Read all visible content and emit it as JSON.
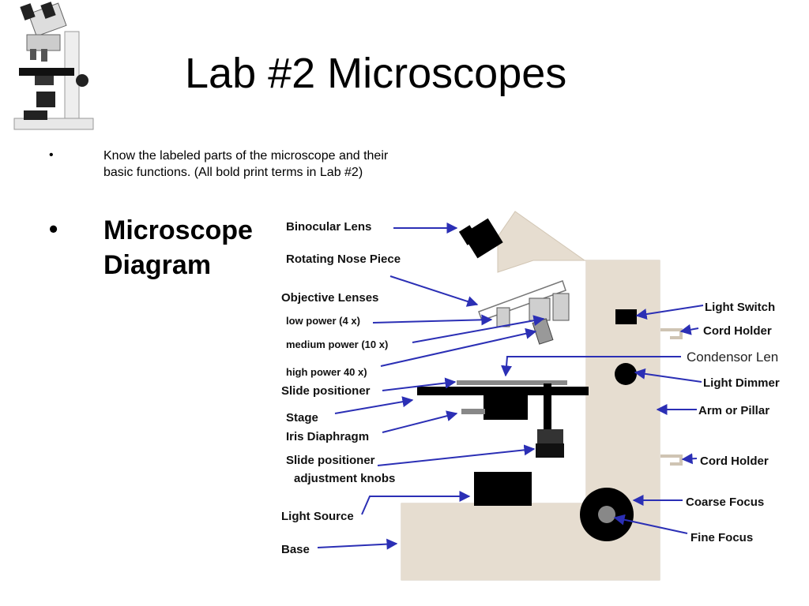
{
  "slide": {
    "title": "Lab #2 Microscopes",
    "bullets": [
      {
        "marker": "•",
        "text": "Know the labeled parts of the microscope and their basic functions. (All bold print terms in Lab #2)"
      },
      {
        "marker": "•",
        "text": "Microscope Diagram"
      }
    ]
  },
  "diagram": {
    "labels": {
      "binocular_lens": "Binocular Lens",
      "rotating_nose_piece": "Rotating Nose Piece",
      "objective_lenses": "Objective Lenses",
      "low_power": "low power (4 x)",
      "medium_power": "medium power (10 x)",
      "high_power": "high power 40 x)",
      "slide_positioner": "Slide positioner",
      "stage": "Stage",
      "iris_diaphragm": "Iris Diaphragm",
      "slide_positioner_knobs_1": "Slide positioner",
      "slide_positioner_knobs_2": "adjustment knobs",
      "light_source": "Light Source",
      "base": "Base",
      "light_switch": "Light Switch",
      "cord_holder_top": "Cord Holder",
      "condensor_len": "Condensor Len",
      "light_dimmer": "Light Dimmer",
      "arm_or_pillar": "Arm or Pillar",
      "cord_holder_bottom": "Cord Holder",
      "coarse_focus": "Coarse Focus",
      "fine_focus": "Fine Focus"
    },
    "colors": {
      "body": "#e6ddd0",
      "arrow": "#2b2fb5",
      "part": "#000000",
      "lens": "#bbbbbb"
    }
  }
}
